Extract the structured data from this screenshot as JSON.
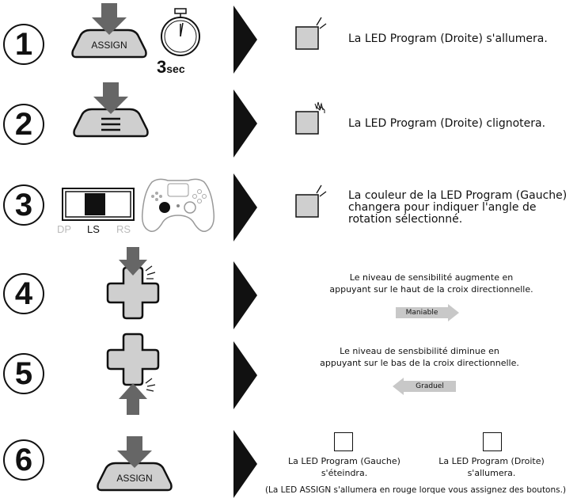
{
  "steps": [
    {
      "number": "1",
      "text": "La LED Program (Droite) s'allumera.",
      "button_label": "ASSIGN",
      "timer_label": "3",
      "timer_unit": "sec"
    },
    {
      "number": "2",
      "text": "La LED Program (Droite) clignotera."
    },
    {
      "number": "3",
      "text_lines": [
        "La couleur de la LED Program (Gauche)",
        "changera pour indiquer l'angle de",
        "rotation sélectionné."
      ],
      "switch_labels": [
        "DP",
        "LS",
        "RS"
      ]
    },
    {
      "number": "4",
      "text_lines": [
        "Le niveau de sensibilité augmente en",
        "appuyant sur le haut de la croix directionnelle."
      ],
      "tag": "Maniable"
    },
    {
      "number": "5",
      "text_lines": [
        "Le niveau de sensbibilité diminue en",
        "appuyant sur le bas de la croix directionnelle."
      ],
      "tag": "Graduel"
    },
    {
      "number": "6",
      "button_label": "ASSIGN",
      "left_led_lines": [
        "La LED Program (Gauche)",
        "s'éteindra."
      ],
      "right_led_lines": [
        "La LED Program (Droite)",
        "s'allumera."
      ],
      "note": "(La LED ASSIGN s'allumera en rouge lorque vous assignez des boutons.)"
    }
  ]
}
